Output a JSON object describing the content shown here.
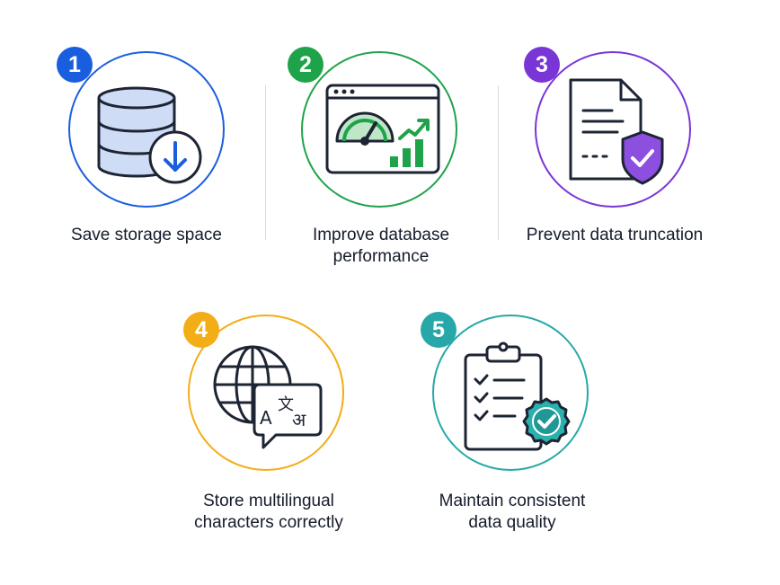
{
  "colors": {
    "blue": "#1a5ee0",
    "green": "#1fa34a",
    "purple": "#7a35d6",
    "amber": "#f3ad16",
    "teal": "#27a8a8",
    "ink": "#1d2433",
    "text": "#151b2b"
  },
  "benefits": [
    {
      "number": "1",
      "label_line1": "Save storage space",
      "label_line2": "",
      "icon": "database-download-icon",
      "color": "#1a5ee0"
    },
    {
      "number": "2",
      "label_line1": "Improve database",
      "label_line2": "performance",
      "icon": "performance-dashboard-icon",
      "color": "#1fa34a"
    },
    {
      "number": "3",
      "label_line1": "Prevent data truncation",
      "label_line2": "",
      "icon": "document-shield-icon",
      "color": "#7a35d6"
    },
    {
      "number": "4",
      "label_line1": "Store multilingual",
      "label_line2": "characters correctly",
      "icon": "globe-translation-icon",
      "color": "#f3ad16"
    },
    {
      "number": "5",
      "label_line1": "Maintain consistent",
      "label_line2": "data quality",
      "icon": "checklist-badge-icon",
      "color": "#27a8a8"
    }
  ]
}
